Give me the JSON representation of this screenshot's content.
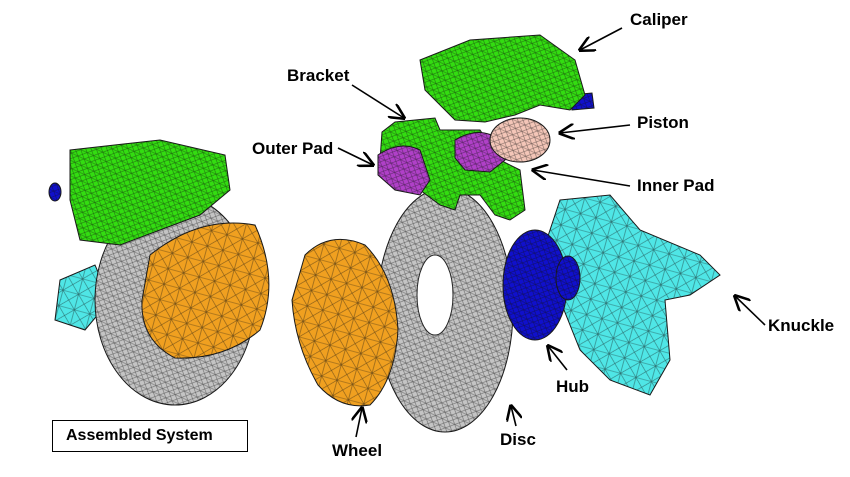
{
  "title_box": "Assembled System",
  "labels": {
    "caliper": "Caliper",
    "bracket": "Bracket",
    "piston": "Piston",
    "outer_pad": "Outer Pad",
    "inner_pad": "Inner Pad",
    "knuckle": "Knuckle",
    "hub": "Hub",
    "wheel": "Wheel",
    "disc": "Disc"
  },
  "colors": {
    "caliper": "#33dd11",
    "disc": "#c4c4c4",
    "wheel": "#f0a020",
    "knuckle": "#4fe6e6",
    "hub": "#1010cc",
    "piston": "#f4c6b8",
    "pad": "#b040c8",
    "mesh": "#1a1a1a"
  }
}
